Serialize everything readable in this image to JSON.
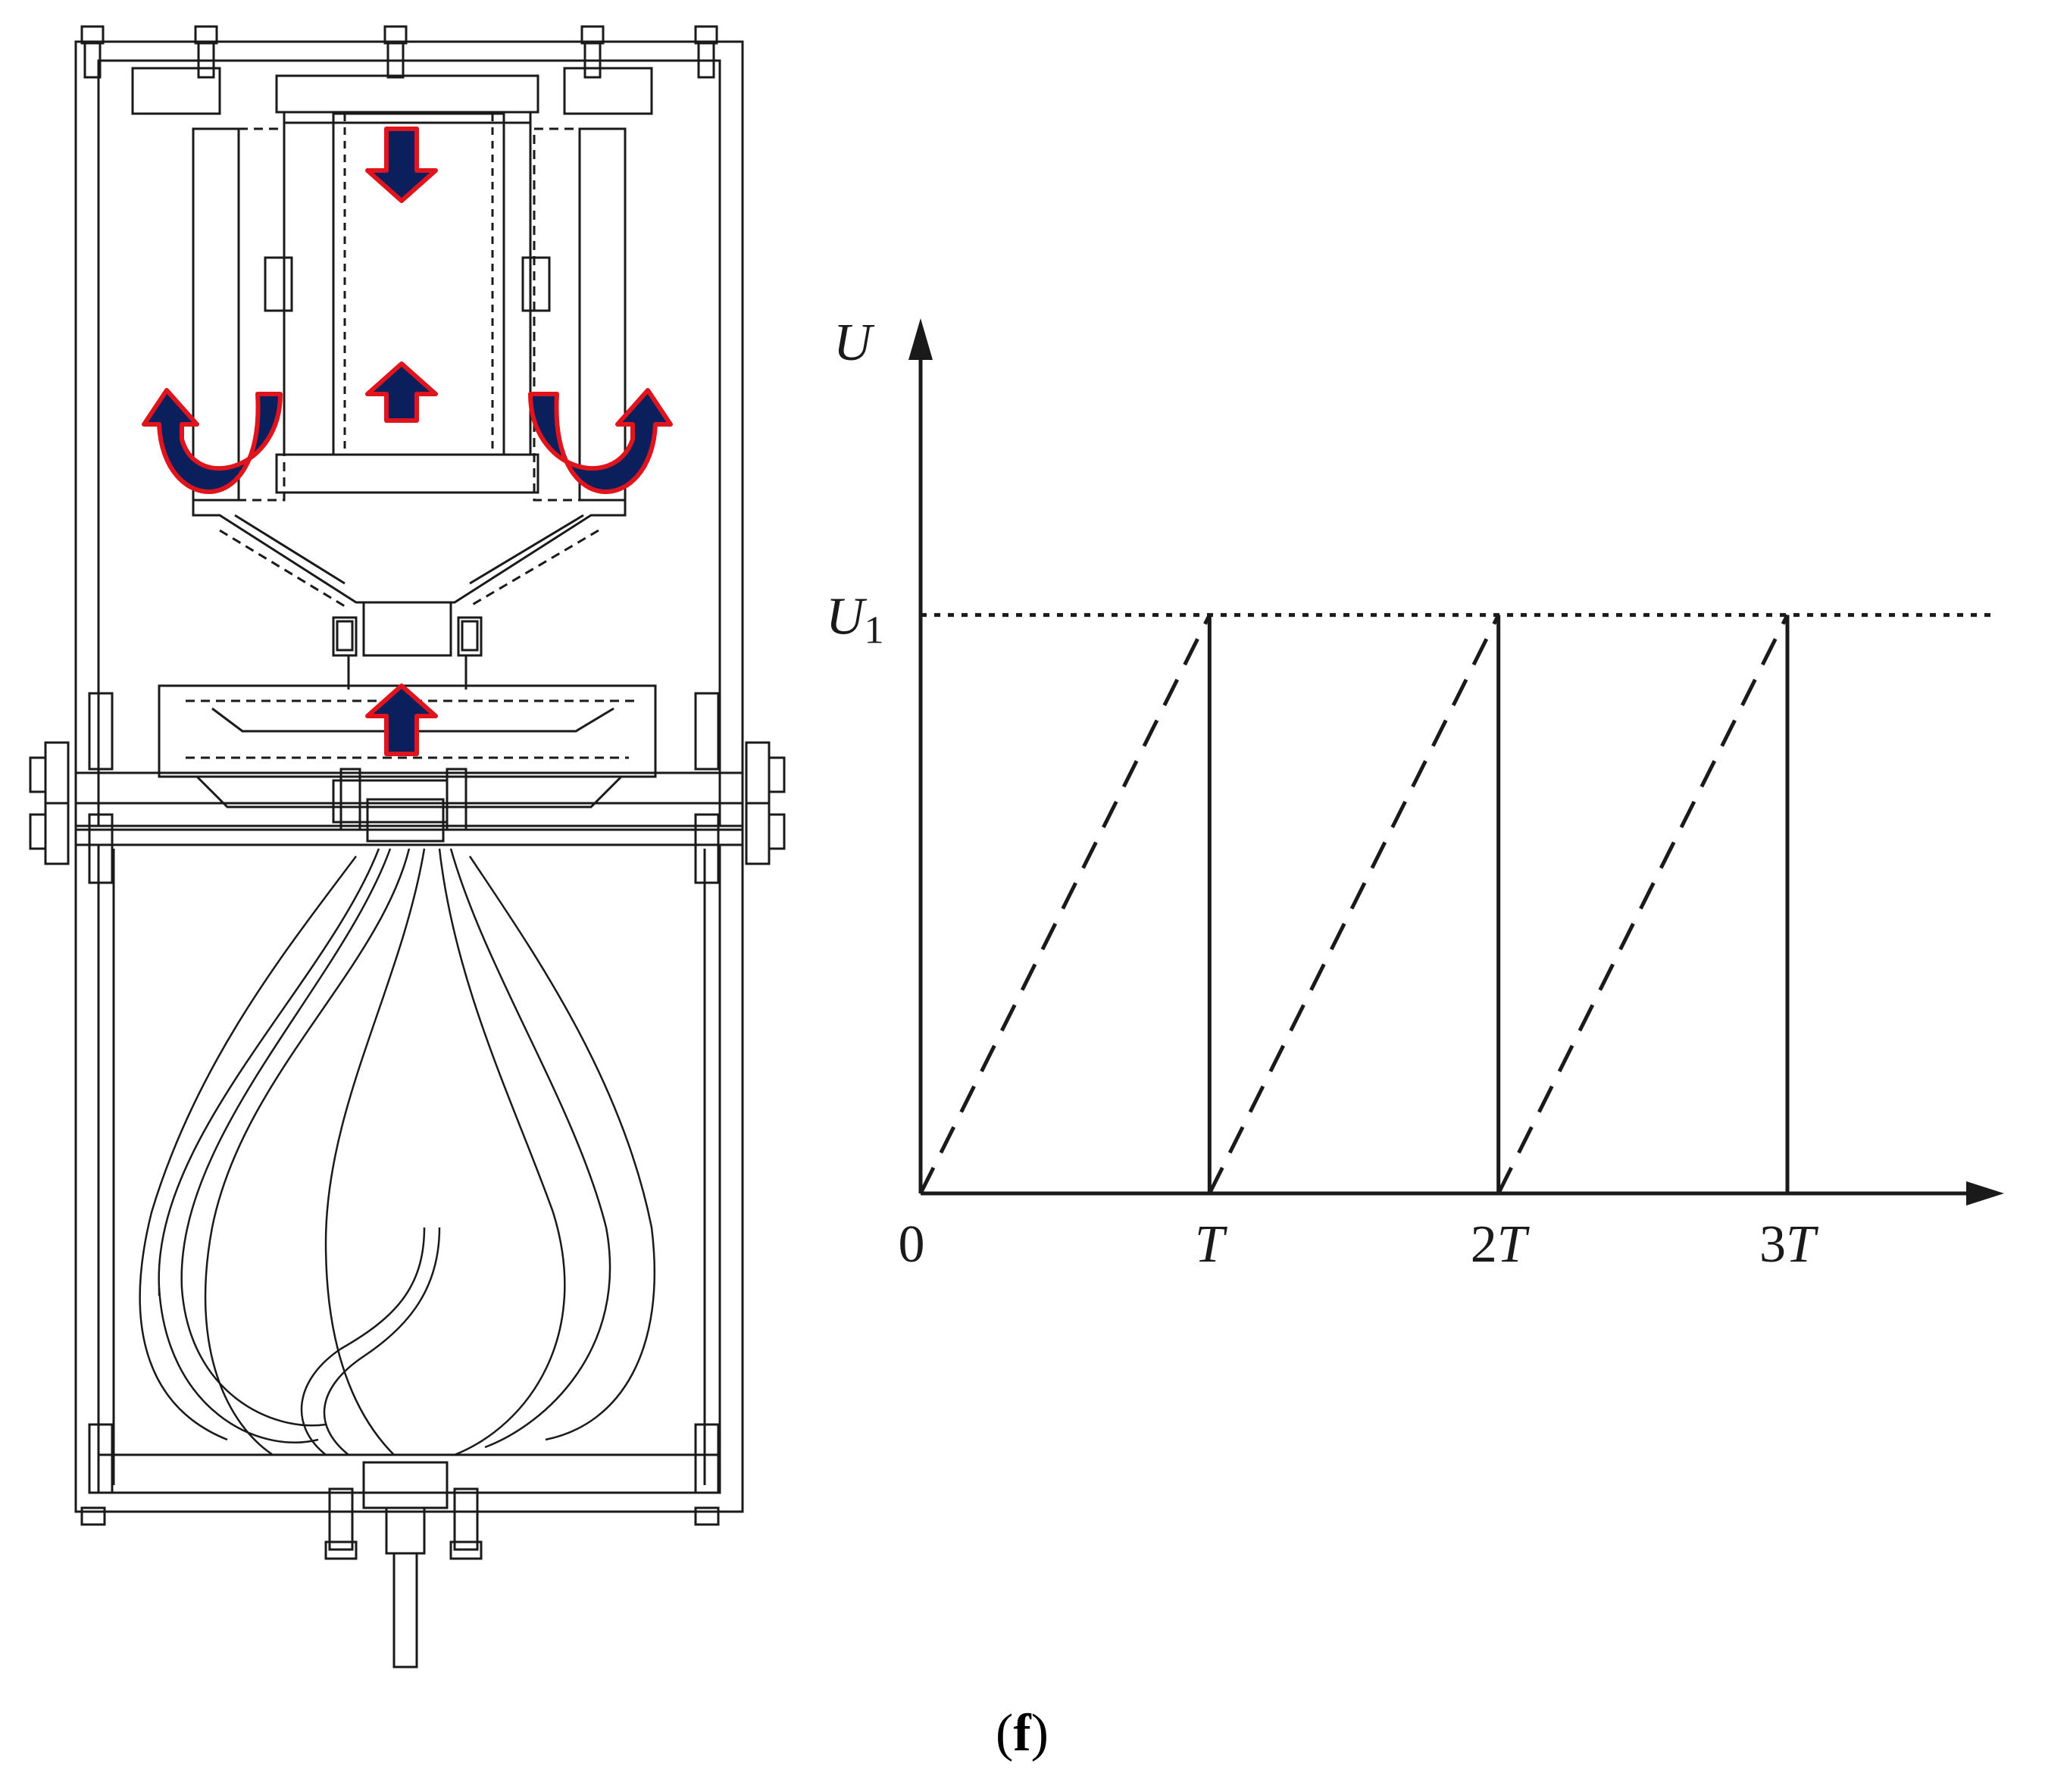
{
  "colors": {
    "line": "#1a1a1a",
    "arrow_fill": "#0b1f5c",
    "arrow_outline": "#e0141c",
    "background": "#ffffff"
  },
  "diagram": {
    "flow_arrows": [
      {
        "icon": "arrow-down-icon"
      },
      {
        "icon": "arrow-up-icon"
      },
      {
        "icon": "curved-arrow-left-icon"
      },
      {
        "icon": "curved-arrow-right-icon"
      },
      {
        "icon": "arrow-up-icon"
      }
    ]
  },
  "chart_data": {
    "type": "line",
    "y_axis_label": "U",
    "y_level_label": {
      "base": "U",
      "subscript": "1"
    },
    "x_tick_labels": [
      {
        "value": 0,
        "coef": "0",
        "symbol": ""
      },
      {
        "value": 1,
        "coef": "",
        "symbol": "T"
      },
      {
        "value": 2,
        "coef": "2",
        "symbol": "T"
      },
      {
        "value": 3,
        "coef": "3",
        "symbol": "T"
      }
    ],
    "xlim": [
      0,
      3.75
    ],
    "ylim": [
      0,
      1.5
    ],
    "level": 1,
    "series": [
      {
        "style": "dashed",
        "points": [
          [
            0,
            0
          ],
          [
            1,
            1
          ]
        ]
      },
      {
        "style": "solid",
        "points": [
          [
            1,
            1
          ],
          [
            1,
            0
          ]
        ]
      },
      {
        "style": "dashed",
        "points": [
          [
            1,
            0
          ],
          [
            2,
            1
          ]
        ]
      },
      {
        "style": "solid",
        "points": [
          [
            2,
            1
          ],
          [
            2,
            0
          ]
        ]
      },
      {
        "style": "dashed",
        "points": [
          [
            2,
            0
          ],
          [
            3,
            1
          ]
        ]
      },
      {
        "style": "solid",
        "points": [
          [
            3,
            1
          ],
          [
            3,
            0
          ]
        ]
      }
    ],
    "reference_line": {
      "style": "dotted",
      "y": 1
    }
  },
  "caption": "(f)"
}
